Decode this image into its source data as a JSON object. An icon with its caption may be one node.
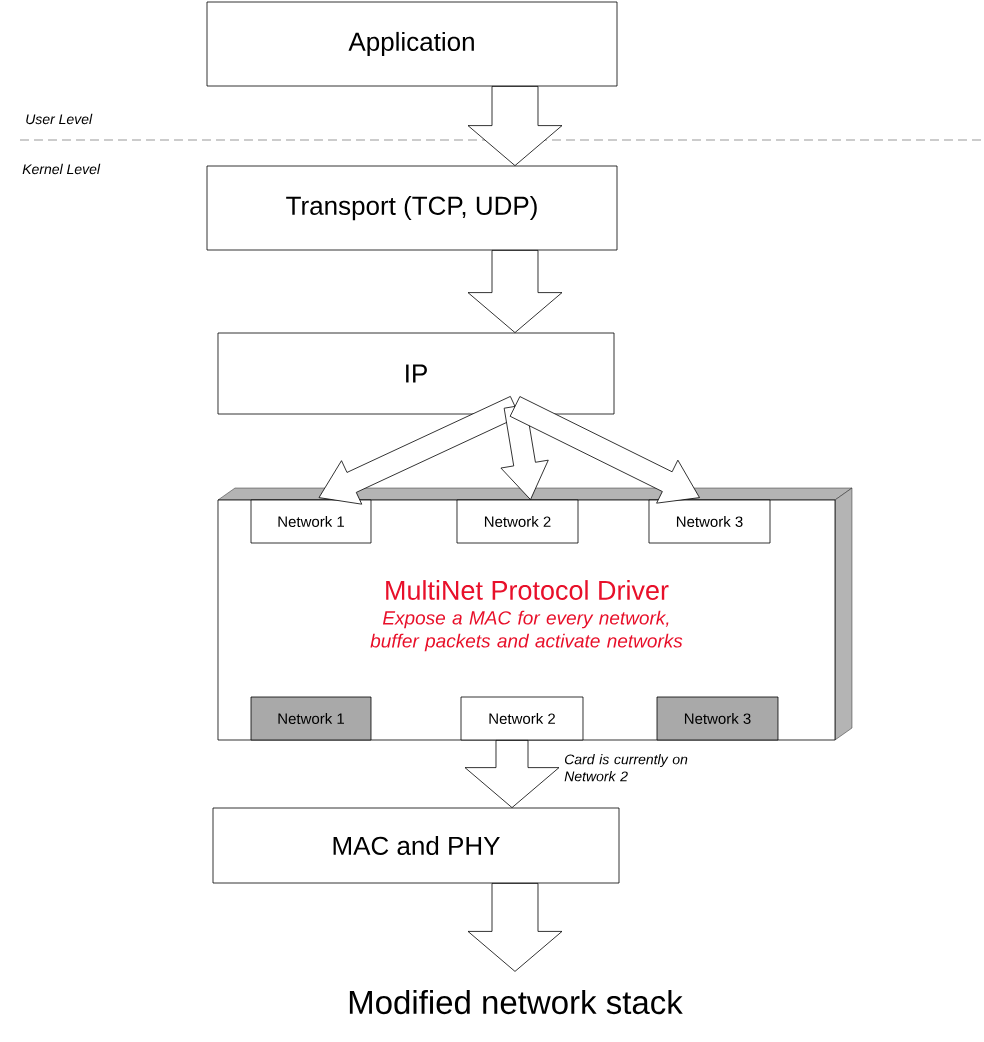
{
  "diagram": {
    "caption": "Modified network stack",
    "nodes": [
      {
        "text": [
          "Application"
        ]
      },
      {
        "text": [
          "Transport (TCP, UDP)"
        ]
      },
      {
        "text": [
          "IP"
        ]
      },
      {
        "text": [
          "MultiNet Protocol Driver",
          "Expose a MAC for every network, buffer packets and activate networks"
        ]
      },
      {
        "text": [
          "Network 1"
        ],
        "in": 3
      },
      {
        "text": [
          "Network 2"
        ],
        "in": 3
      },
      {
        "text": [
          "Network 3"
        ],
        "in": 3
      },
      {
        "text": [
          "Network 1"
        ],
        "in": 3
      },
      {
        "text": [
          "Network 2"
        ],
        "in": 3
      },
      {
        "text": [
          "Network 3"
        ],
        "in": 3
      },
      {
        "text": [
          "MAC and PHY"
        ]
      }
    ],
    "edges": [
      {
        "from": 0,
        "to": 1,
        "arrow": "to"
      },
      {
        "from": 1,
        "to": 2,
        "arrow": "to"
      },
      {
        "from": 2,
        "to": 4,
        "arrow": "to"
      },
      {
        "from": 2,
        "to": 5,
        "arrow": "to"
      },
      {
        "from": 2,
        "to": 6,
        "arrow": "to"
      },
      {
        "from": 8,
        "to": 10,
        "arrow": "to",
        "label": "Card is currently on Network 2"
      },
      {
        "from": 10,
        "to": null,
        "arrow": "to"
      }
    ],
    "labels": [
      "User Level",
      "Kernel Level"
    ]
  }
}
